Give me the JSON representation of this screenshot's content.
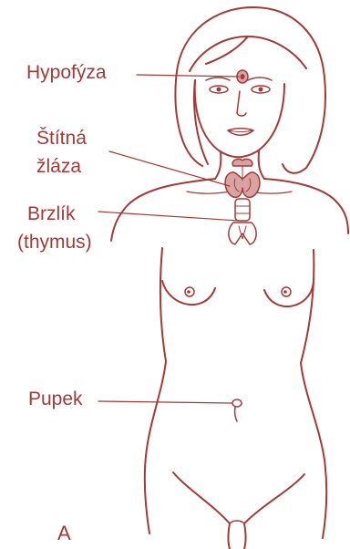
{
  "labels": {
    "hypofyza": "Hypofýza",
    "stitna_line1": "Štítná",
    "stitna_line2": "žláza",
    "brzlik_line1": "Brzlík",
    "brzlik_line2": "(thymus)",
    "pupek": "Pupek",
    "panel": "A"
  },
  "colors": {
    "outline": "#a23b38",
    "gland_fill": "#d9a3a3",
    "text": "#a23b38"
  },
  "icons": [
    "female-body-outline",
    "pituitary-gland-icon",
    "thyroid-gland-icon",
    "thymus-gland-icon",
    "navel-icon"
  ]
}
